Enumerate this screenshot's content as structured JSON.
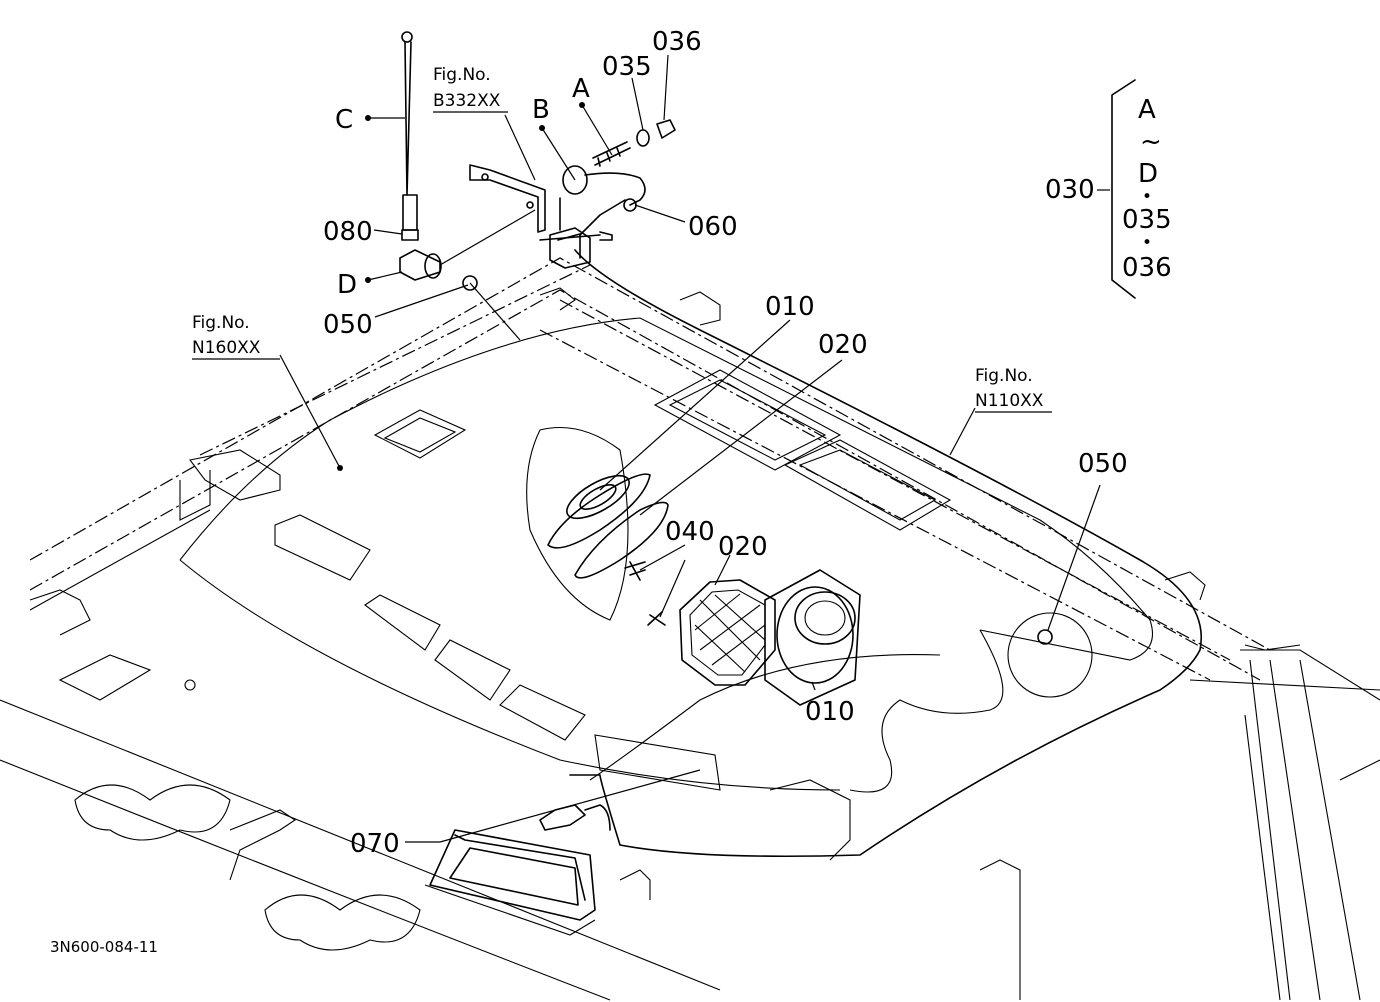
{
  "drawing_code": "3N600-084-11",
  "fig_refs": [
    {
      "line1": "Fig.No.",
      "line2": "B332XX"
    },
    {
      "line1": "Fig.No.",
      "line2": "N160XX"
    },
    {
      "line1": "Fig.No.",
      "line2": "N110XX"
    }
  ],
  "letters": {
    "a": "A",
    "b": "B",
    "c": "C",
    "d": "D"
  },
  "parts": {
    "p010a": "010",
    "p010b": "010",
    "p020a": "020",
    "p020b": "020",
    "p030": "030",
    "p035": "035",
    "p036": "036",
    "p040": "040",
    "p050a": "050",
    "p050b": "050",
    "p060": "060",
    "p070": "070",
    "p080": "080"
  },
  "kit": {
    "from": "A",
    "tilde": "~",
    "to": "D",
    "bullet": "•",
    "item1": "035",
    "item2": "036"
  }
}
